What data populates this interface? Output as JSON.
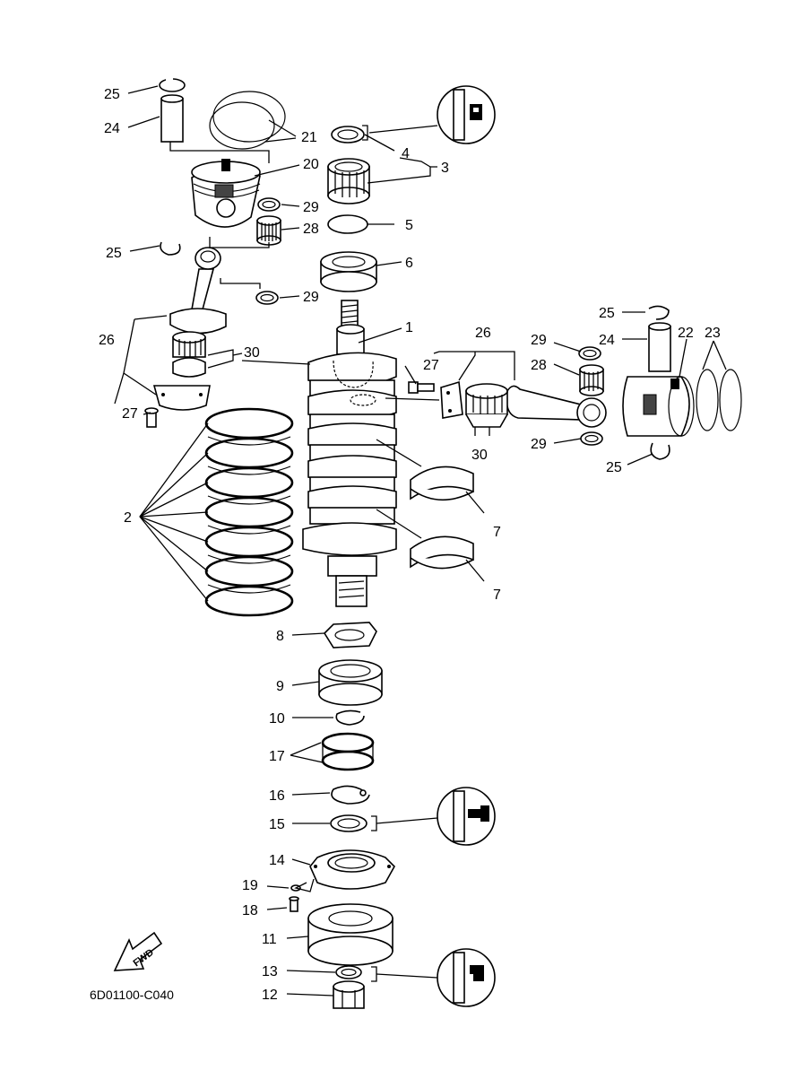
{
  "diagram": {
    "code": "6D01100-C040",
    "fwd_label": "FWD",
    "callouts": {
      "c1": "1",
      "c2": "2",
      "c3": "3",
      "c4": "4",
      "c5": "5",
      "c6": "6",
      "c7a": "7",
      "c7b": "7",
      "c8": "8",
      "c9": "9",
      "c10": "10",
      "c11": "11",
      "c12": "12",
      "c13": "13",
      "c14": "14",
      "c15": "15",
      "c16": "16",
      "c17": "17",
      "c18": "18",
      "c19": "19",
      "c20": "20",
      "c21": "21",
      "c22": "22",
      "c23": "23",
      "c24a": "24",
      "c24b": "24",
      "c25a": "25",
      "c25b": "25",
      "c25c": "25",
      "c25d": "25",
      "c26a": "26",
      "c26b": "26",
      "c27a": "27",
      "c27b": "27",
      "c28a": "28",
      "c28b": "28",
      "c29a": "29",
      "c29b": "29",
      "c29c": "29",
      "c29d": "29",
      "c30a": "30",
      "c30b": "30"
    }
  }
}
